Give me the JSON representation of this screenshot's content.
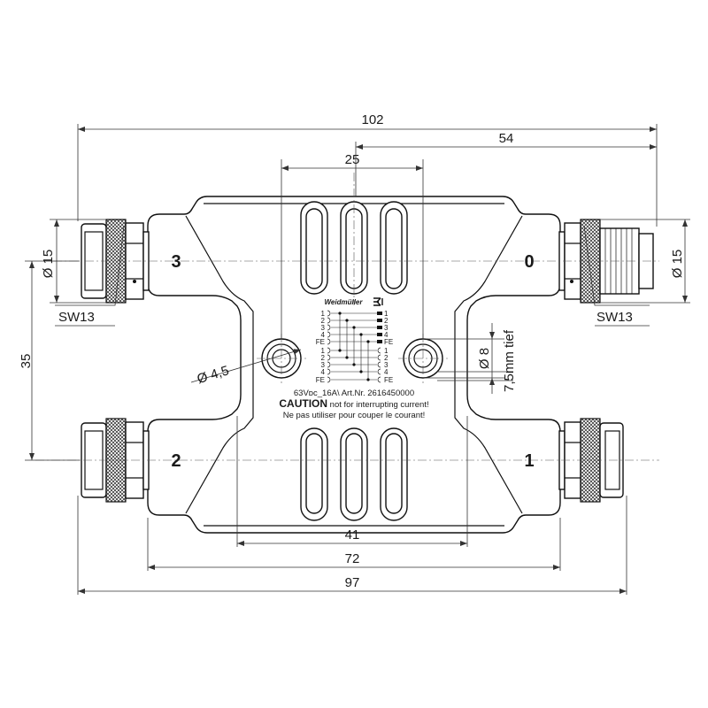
{
  "drawing": {
    "dimensions": {
      "total_width": "102",
      "right_offset": "54",
      "slot_pitch": "25",
      "port_pitch": "35",
      "inner_width": "41",
      "body_width": "72",
      "outer_width": "97",
      "connector_dia_left": "Ø 15",
      "connector_dia_right": "Ø 15",
      "hole_small": "Ø 4,5",
      "hole_large": "Ø 8",
      "hole_depth": "7,5mm tief",
      "wrench_left": "SW13",
      "wrench_right": "SW13"
    },
    "ports": {
      "top_left": "3",
      "top_right": "0",
      "bottom_left": "2",
      "bottom_right": "1"
    },
    "label": {
      "brand": "Weidmüller",
      "rating": "63Vᴅᴄ_16A\\ Art.Nr. 2616450000",
      "caution_word": "CAUTION",
      "caution_en": " not for interrupting current!",
      "caution_fr": "Ne pas utiliser pour couper le courant!",
      "pins_left": [
        "1",
        "2",
        "3",
        "4",
        "FE",
        "1",
        "2",
        "3",
        "4",
        "FE"
      ],
      "pins_right": [
        "1",
        "2",
        "3",
        "4",
        "FE",
        "1",
        "2",
        "3",
        "4",
        "FE"
      ]
    }
  }
}
